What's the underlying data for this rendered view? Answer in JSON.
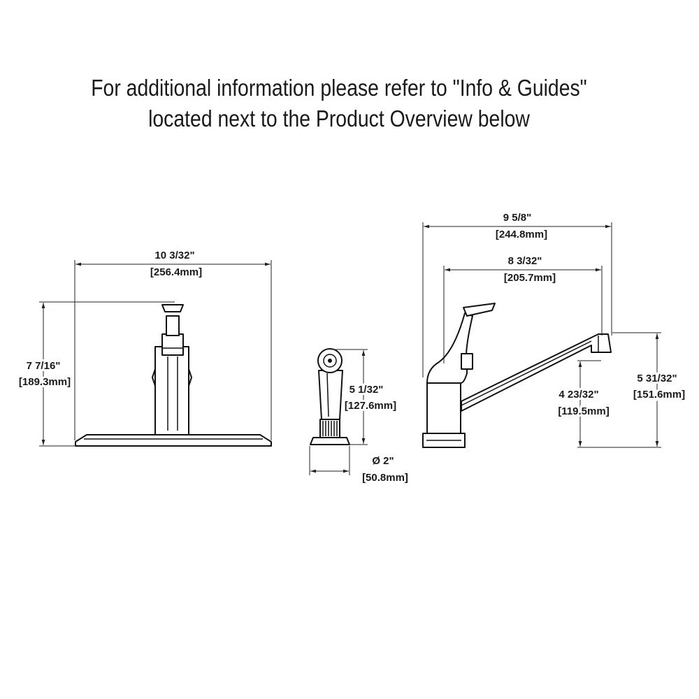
{
  "heading": {
    "line1": "For additional information please refer to \"Info & Guides\"",
    "line2": "located next to the Product Overview below"
  },
  "front_view": {
    "width_in": "10 3/32\"",
    "width_mm": "[256.4mm]",
    "height_in": "7 7/16\"",
    "height_mm": "[189.3mm]"
  },
  "side_sprayer": {
    "height_in": "5 1/32\"",
    "height_mm": "[127.6mm]",
    "diameter_in": "Ø 2\"",
    "diameter_mm": "[50.8mm]"
  },
  "side_view": {
    "reach_in": "9 5/8\"",
    "reach_mm": "[244.8mm]",
    "spout_reach_in": "8 3/32\"",
    "spout_reach_mm": "[205.7mm]",
    "spout_height_in": "4 23/32\"",
    "spout_height_mm": "[119.5mm]",
    "overall_height_in": "5 31/32\"",
    "overall_height_mm": "[151.6mm]"
  }
}
